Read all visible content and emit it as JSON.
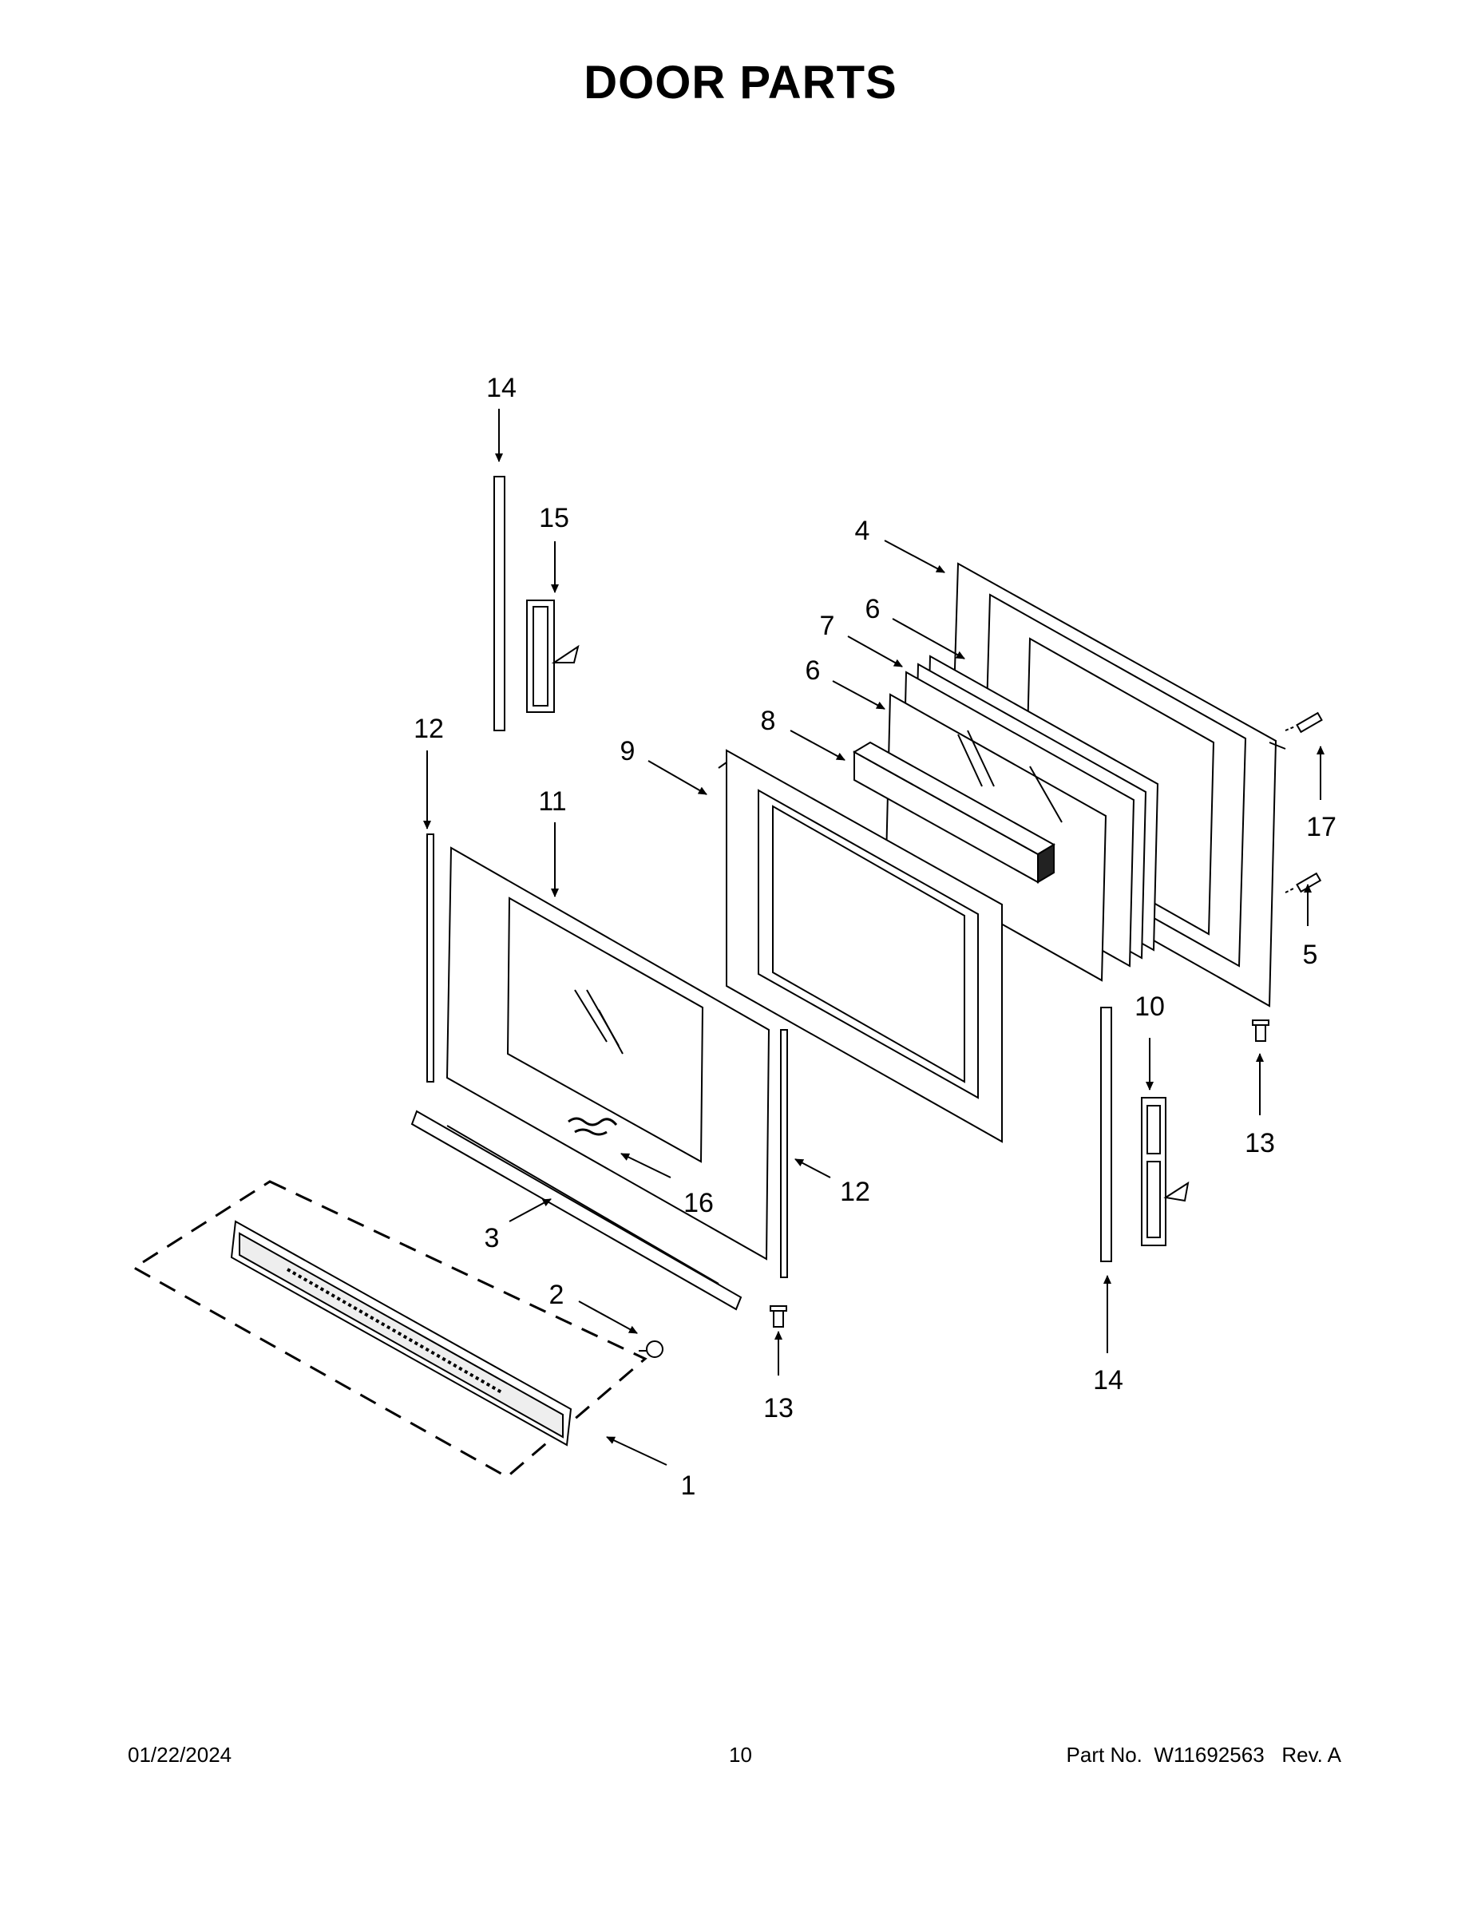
{
  "page": {
    "title": "DOOR PARTS"
  },
  "callouts": [
    {
      "id": "c14-top",
      "label": "14"
    },
    {
      "id": "c15",
      "label": "15"
    },
    {
      "id": "c12-left",
      "label": "12"
    },
    {
      "id": "c11",
      "label": "11"
    },
    {
      "id": "c4",
      "label": "4"
    },
    {
      "id": "c6-top",
      "label": "6"
    },
    {
      "id": "c7",
      "label": "7"
    },
    {
      "id": "c6-mid",
      "label": "6"
    },
    {
      "id": "c8",
      "label": "8"
    },
    {
      "id": "c9",
      "label": "9"
    },
    {
      "id": "c17",
      "label": "17"
    },
    {
      "id": "c5",
      "label": "5"
    },
    {
      "id": "c10",
      "label": "10"
    },
    {
      "id": "c13-right",
      "label": "13"
    },
    {
      "id": "c16",
      "label": "16"
    },
    {
      "id": "c12-right",
      "label": "12"
    },
    {
      "id": "c3",
      "label": "3"
    },
    {
      "id": "c2",
      "label": "2"
    },
    {
      "id": "c13-mid",
      "label": "13"
    },
    {
      "id": "c14-bottom",
      "label": "14"
    },
    {
      "id": "c1",
      "label": "1"
    }
  ],
  "footer": {
    "date": "01/22/2024",
    "page_number": "10",
    "part_label": "Part No.",
    "part_number": "W11692563",
    "revision": "Rev.  A"
  },
  "colors": {
    "line": "#000000",
    "background": "#ffffff"
  }
}
